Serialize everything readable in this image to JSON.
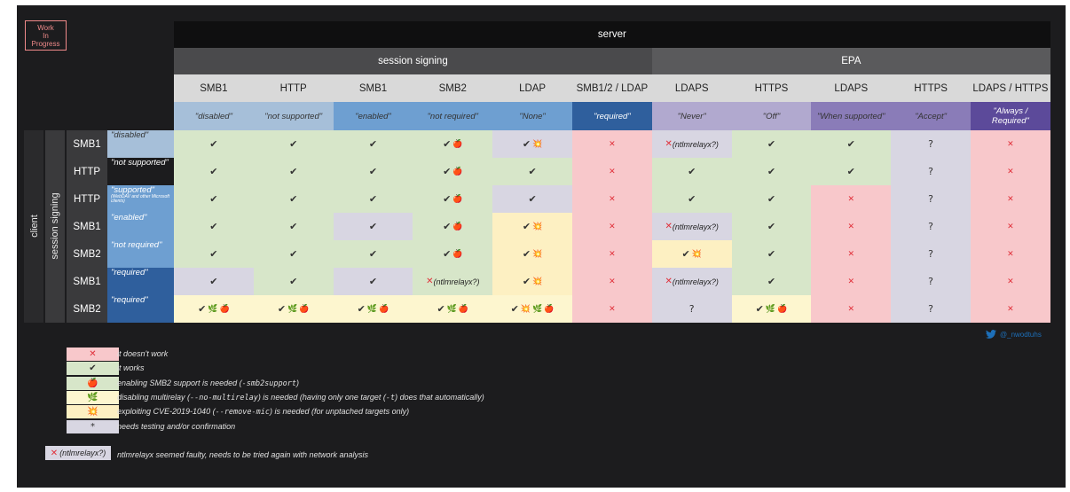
{
  "badge": {
    "lines": [
      "Work",
      "In",
      "Progress"
    ]
  },
  "top_header": "server",
  "group_headers": [
    {
      "label": "session signing",
      "color": "#4a4a4c"
    },
    {
      "label": "EPA",
      "color": "#5a5a5c"
    }
  ],
  "columns": [
    {
      "proto": "SMB1",
      "setting": "\"disabled\"",
      "proto_bg": "#d9d9d9",
      "set_bg": "#a6bfd9",
      "set_fg": "#333333"
    },
    {
      "proto": "HTTP",
      "setting": "\"not supported\"",
      "proto_bg": "#d9d9d9",
      "set_bg": "#a6bfd9",
      "set_fg": "#333333"
    },
    {
      "proto": "SMB1",
      "setting": "\"enabled\"",
      "proto_bg": "#d9d9d9",
      "set_bg": "#6e9fd1",
      "set_fg": "#333333"
    },
    {
      "proto": "SMB2",
      "setting": "\"not required\"",
      "proto_bg": "#d9d9d9",
      "set_bg": "#6e9fd1",
      "set_fg": "#333333"
    },
    {
      "proto": "LDAP",
      "setting": "\"None\"",
      "proto_bg": "#d9d9d9",
      "set_bg": "#6e9fd1",
      "set_fg": "#333333"
    },
    {
      "proto": "SMB1/2 / LDAP",
      "setting": "\"required\"",
      "proto_bg": "#d9d9d9",
      "set_bg": "#2f5f9d",
      "set_fg": "#ffffff"
    },
    {
      "proto": "LDAPS",
      "setting": "\"Never\"",
      "proto_bg": "#d9d9d9",
      "set_bg": "#b1a9cf",
      "set_fg": "#333333"
    },
    {
      "proto": "HTTPS",
      "setting": "\"Off\"",
      "proto_bg": "#d9d9d9",
      "set_bg": "#b1a9cf",
      "set_fg": "#333333"
    },
    {
      "proto": "LDAPS",
      "setting": "\"When supported\"",
      "proto_bg": "#d9d9d9",
      "set_bg": "#8a7cb8",
      "set_fg": "#333333"
    },
    {
      "proto": "HTTPS",
      "setting": "\"Accept\"",
      "proto_bg": "#d9d9d9",
      "set_bg": "#8a7cb8",
      "set_fg": "#333333"
    },
    {
      "proto": "LDAPS / HTTPS",
      "setting": "\"Always / Required\"",
      "proto_bg": "#d9d9d9",
      "set_bg": "#5c4a9a",
      "set_fg": "#ffffff"
    }
  ],
  "side_labels": {
    "client": "client",
    "session_signing": "session signing"
  },
  "rows": [
    {
      "proto": "SMB1",
      "setting": "\"disabled\"",
      "sub": "",
      "set_bg": "#a6bfd9",
      "set_fg": "#333333",
      "cells": [
        [
          "ok",
          "#d7e6c9"
        ],
        [
          "ok",
          "#d7e6c9"
        ],
        [
          "ok",
          "#d7e6c9"
        ],
        [
          "ok_apple",
          "#d7e6c9"
        ],
        [
          "ok_mic",
          "#d8d6e2"
        ],
        [
          "no",
          "#f8c8cb"
        ],
        [
          "no_relay",
          "#d8d6e2"
        ],
        [
          "ok",
          "#d7e6c9"
        ],
        [
          "ok",
          "#d7e6c9"
        ],
        [
          "q",
          "#d8d6e2"
        ],
        [
          "no",
          "#f8c8cb"
        ]
      ]
    },
    {
      "proto": "HTTP",
      "setting": "\"not supported\"",
      "sub": "",
      "set_bg": "#1c1c1e",
      "set_fg": "#ffffff",
      "cells": [
        [
          "ok",
          "#d7e6c9"
        ],
        [
          "ok",
          "#d7e6c9"
        ],
        [
          "ok",
          "#d7e6c9"
        ],
        [
          "ok_apple",
          "#d7e6c9"
        ],
        [
          "ok",
          "#d7e6c9"
        ],
        [
          "no",
          "#f8c8cb"
        ],
        [
          "ok",
          "#d7e6c9"
        ],
        [
          "ok",
          "#d7e6c9"
        ],
        [
          "ok",
          "#d7e6c9"
        ],
        [
          "q",
          "#d8d6e2"
        ],
        [
          "no",
          "#f8c8cb"
        ]
      ]
    },
    {
      "proto": "HTTP",
      "setting": "\"supported\"",
      "sub": "(WebDAV and other Microsoft clients)",
      "set_bg": "#6e9fd1",
      "set_fg": "#ffffff",
      "cells": [
        [
          "ok",
          "#d7e6c9"
        ],
        [
          "ok",
          "#d7e6c9"
        ],
        [
          "ok",
          "#d7e6c9"
        ],
        [
          "ok_apple",
          "#d7e6c9"
        ],
        [
          "ok",
          "#d8d6e2"
        ],
        [
          "no",
          "#f8c8cb"
        ],
        [
          "ok",
          "#d7e6c9"
        ],
        [
          "ok",
          "#d7e6c9"
        ],
        [
          "no",
          "#f8c8cb"
        ],
        [
          "q",
          "#d8d6e2"
        ],
        [
          "no",
          "#f8c8cb"
        ]
      ]
    },
    {
      "proto": "SMB1",
      "setting": "\"enabled\"",
      "sub": "",
      "set_bg": "#6e9fd1",
      "set_fg": "#ffffff",
      "cells": [
        [
          "ok",
          "#d7e6c9"
        ],
        [
          "ok",
          "#d7e6c9"
        ],
        [
          "ok",
          "#d8d6e2"
        ],
        [
          "ok_apple",
          "#d7e6c9"
        ],
        [
          "ok_mic",
          "#fdf0c2"
        ],
        [
          "no",
          "#f8c8cb"
        ],
        [
          "no_relay",
          "#d8d6e2"
        ],
        [
          "ok",
          "#d7e6c9"
        ],
        [
          "no",
          "#f8c8cb"
        ],
        [
          "q",
          "#d8d6e2"
        ],
        [
          "no",
          "#f8c8cb"
        ]
      ]
    },
    {
      "proto": "SMB2",
      "setting": "\"not required\"",
      "sub": "",
      "set_bg": "#6e9fd1",
      "set_fg": "#ffffff",
      "cells": [
        [
          "ok",
          "#d7e6c9"
        ],
        [
          "ok",
          "#d7e6c9"
        ],
        [
          "ok",
          "#d7e6c9"
        ],
        [
          "ok_apple",
          "#d7e6c9"
        ],
        [
          "ok_mic",
          "#fdf0c2"
        ],
        [
          "no",
          "#f8c8cb"
        ],
        [
          "ok_mic",
          "#fdf0c2"
        ],
        [
          "ok",
          "#d7e6c9"
        ],
        [
          "no",
          "#f8c8cb"
        ],
        [
          "q",
          "#d8d6e2"
        ],
        [
          "no",
          "#f8c8cb"
        ]
      ]
    },
    {
      "proto": "SMB1",
      "setting": "\"required\"",
      "sub": "",
      "set_bg": "#2f5f9d",
      "set_fg": "#ffffff",
      "cells": [
        [
          "ok",
          "#d8d6e2"
        ],
        [
          "ok",
          "#d7e6c9"
        ],
        [
          "ok",
          "#d8d6e2"
        ],
        [
          "no_relay",
          "#d7e6c9"
        ],
        [
          "ok_mic",
          "#fdf0c2"
        ],
        [
          "no",
          "#f8c8cb"
        ],
        [
          "no_relay",
          "#d8d6e2"
        ],
        [
          "ok",
          "#d7e6c9"
        ],
        [
          "no",
          "#f8c8cb"
        ],
        [
          "q",
          "#d8d6e2"
        ],
        [
          "no",
          "#f8c8cb"
        ]
      ]
    },
    {
      "proto": "SMB2",
      "setting": "\"required\"",
      "sub": "",
      "set_bg": "#2f5f9d",
      "set_fg": "#ffffff",
      "cells": [
        [
          "ok_leaf_apple",
          "#fdf6cf"
        ],
        [
          "ok_leaf_apple",
          "#fdf6cf"
        ],
        [
          "ok_leaf_apple",
          "#fdf6cf"
        ],
        [
          "ok_leaf_apple",
          "#fdf6cf"
        ],
        [
          "ok_mic_leaf_apple",
          "#fdf6cf"
        ],
        [
          "no",
          "#f8c8cb"
        ],
        [
          "q",
          "#d8d6e2"
        ],
        [
          "ok_leaf_apple",
          "#fdf6cf"
        ],
        [
          "no",
          "#f8c8cb"
        ],
        [
          "q",
          "#d8d6e2"
        ],
        [
          "no",
          "#f8c8cb"
        ]
      ]
    }
  ],
  "ntlmrelayx_label": "(ntlmrelayx?)",
  "legend": [
    {
      "symbol": "✕",
      "bg": "#f8c8cb",
      "color": "#e0303a",
      "text": "it doesn't work"
    },
    {
      "symbol": "✔",
      "bg": "#d7e6c9",
      "color": "#333333",
      "text": "it works"
    },
    {
      "symbol": "🍎",
      "bg": "#d7e6c9",
      "color": "#c0282c",
      "text_pre": "enabling SMB2 support is needed (",
      "code": "-smb2support",
      "text_post": ")"
    },
    {
      "symbol": "🌿",
      "bg": "#fdf6cf",
      "color": "#4a9a3a",
      "text_pre": "disabling multirelay (",
      "code": "--no-multirelay",
      "text_mid": ") is needed (having only one target (",
      "code2": "-t",
      "text_post": ") does that automatically)"
    },
    {
      "symbol": "💥",
      "bg": "#fdf0c2",
      "color": "#e0a020",
      "text_pre": "exploiting CVE-2019-1040 (",
      "code": "--remove-mic",
      "text_post": ") is needed (for unptached targets only)"
    },
    {
      "symbol": "*",
      "bg": "#d8d6e2",
      "color": "#333333",
      "text": "needs testing and/or confirmation"
    }
  ],
  "footnote": {
    "symbol": "✕",
    "label": "(ntlmrelayx?)",
    "text": "ntlmrelayx seemed faulty, needs to be tried again with network analysis"
  },
  "twitter": {
    "icon": "twitter-icon",
    "handle": "@_nwodtuhs"
  }
}
